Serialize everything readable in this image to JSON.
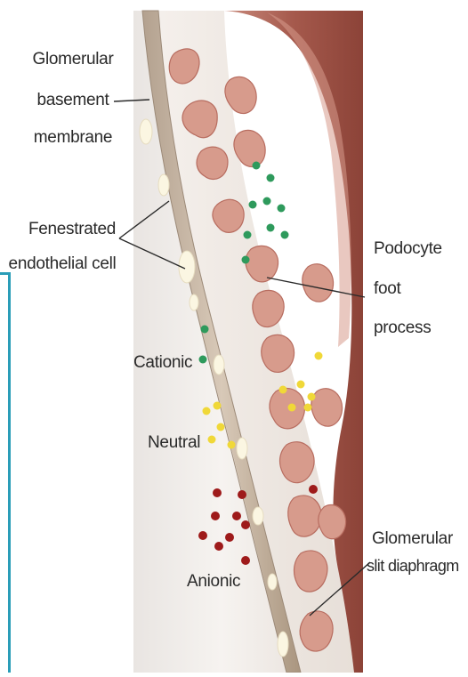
{
  "labels": {
    "gbm": [
      "Glomerular",
      "basement",
      "membrane"
    ],
    "fenestrated": [
      "Fenestrated",
      "endothelial cell"
    ],
    "podocyte": [
      "Podocyte",
      "foot",
      "process"
    ],
    "cationic": "Cationic",
    "neutral": "Neutral",
    "anionic": "Anionic",
    "slit": [
      "Glomerular",
      "slit diaphragm"
    ]
  },
  "colors": {
    "cationic": "#2e9a5c",
    "neutral": "#f0d838",
    "anionic": "#9e1a1a",
    "membrane": "#c8b7a4",
    "podocyte": "#b9746a",
    "podocyte_light": "#d79b8c",
    "endothelium": "#f3ece6",
    "fenestra": "#fbf7e6",
    "accent_line": "#2a9db8"
  }
}
